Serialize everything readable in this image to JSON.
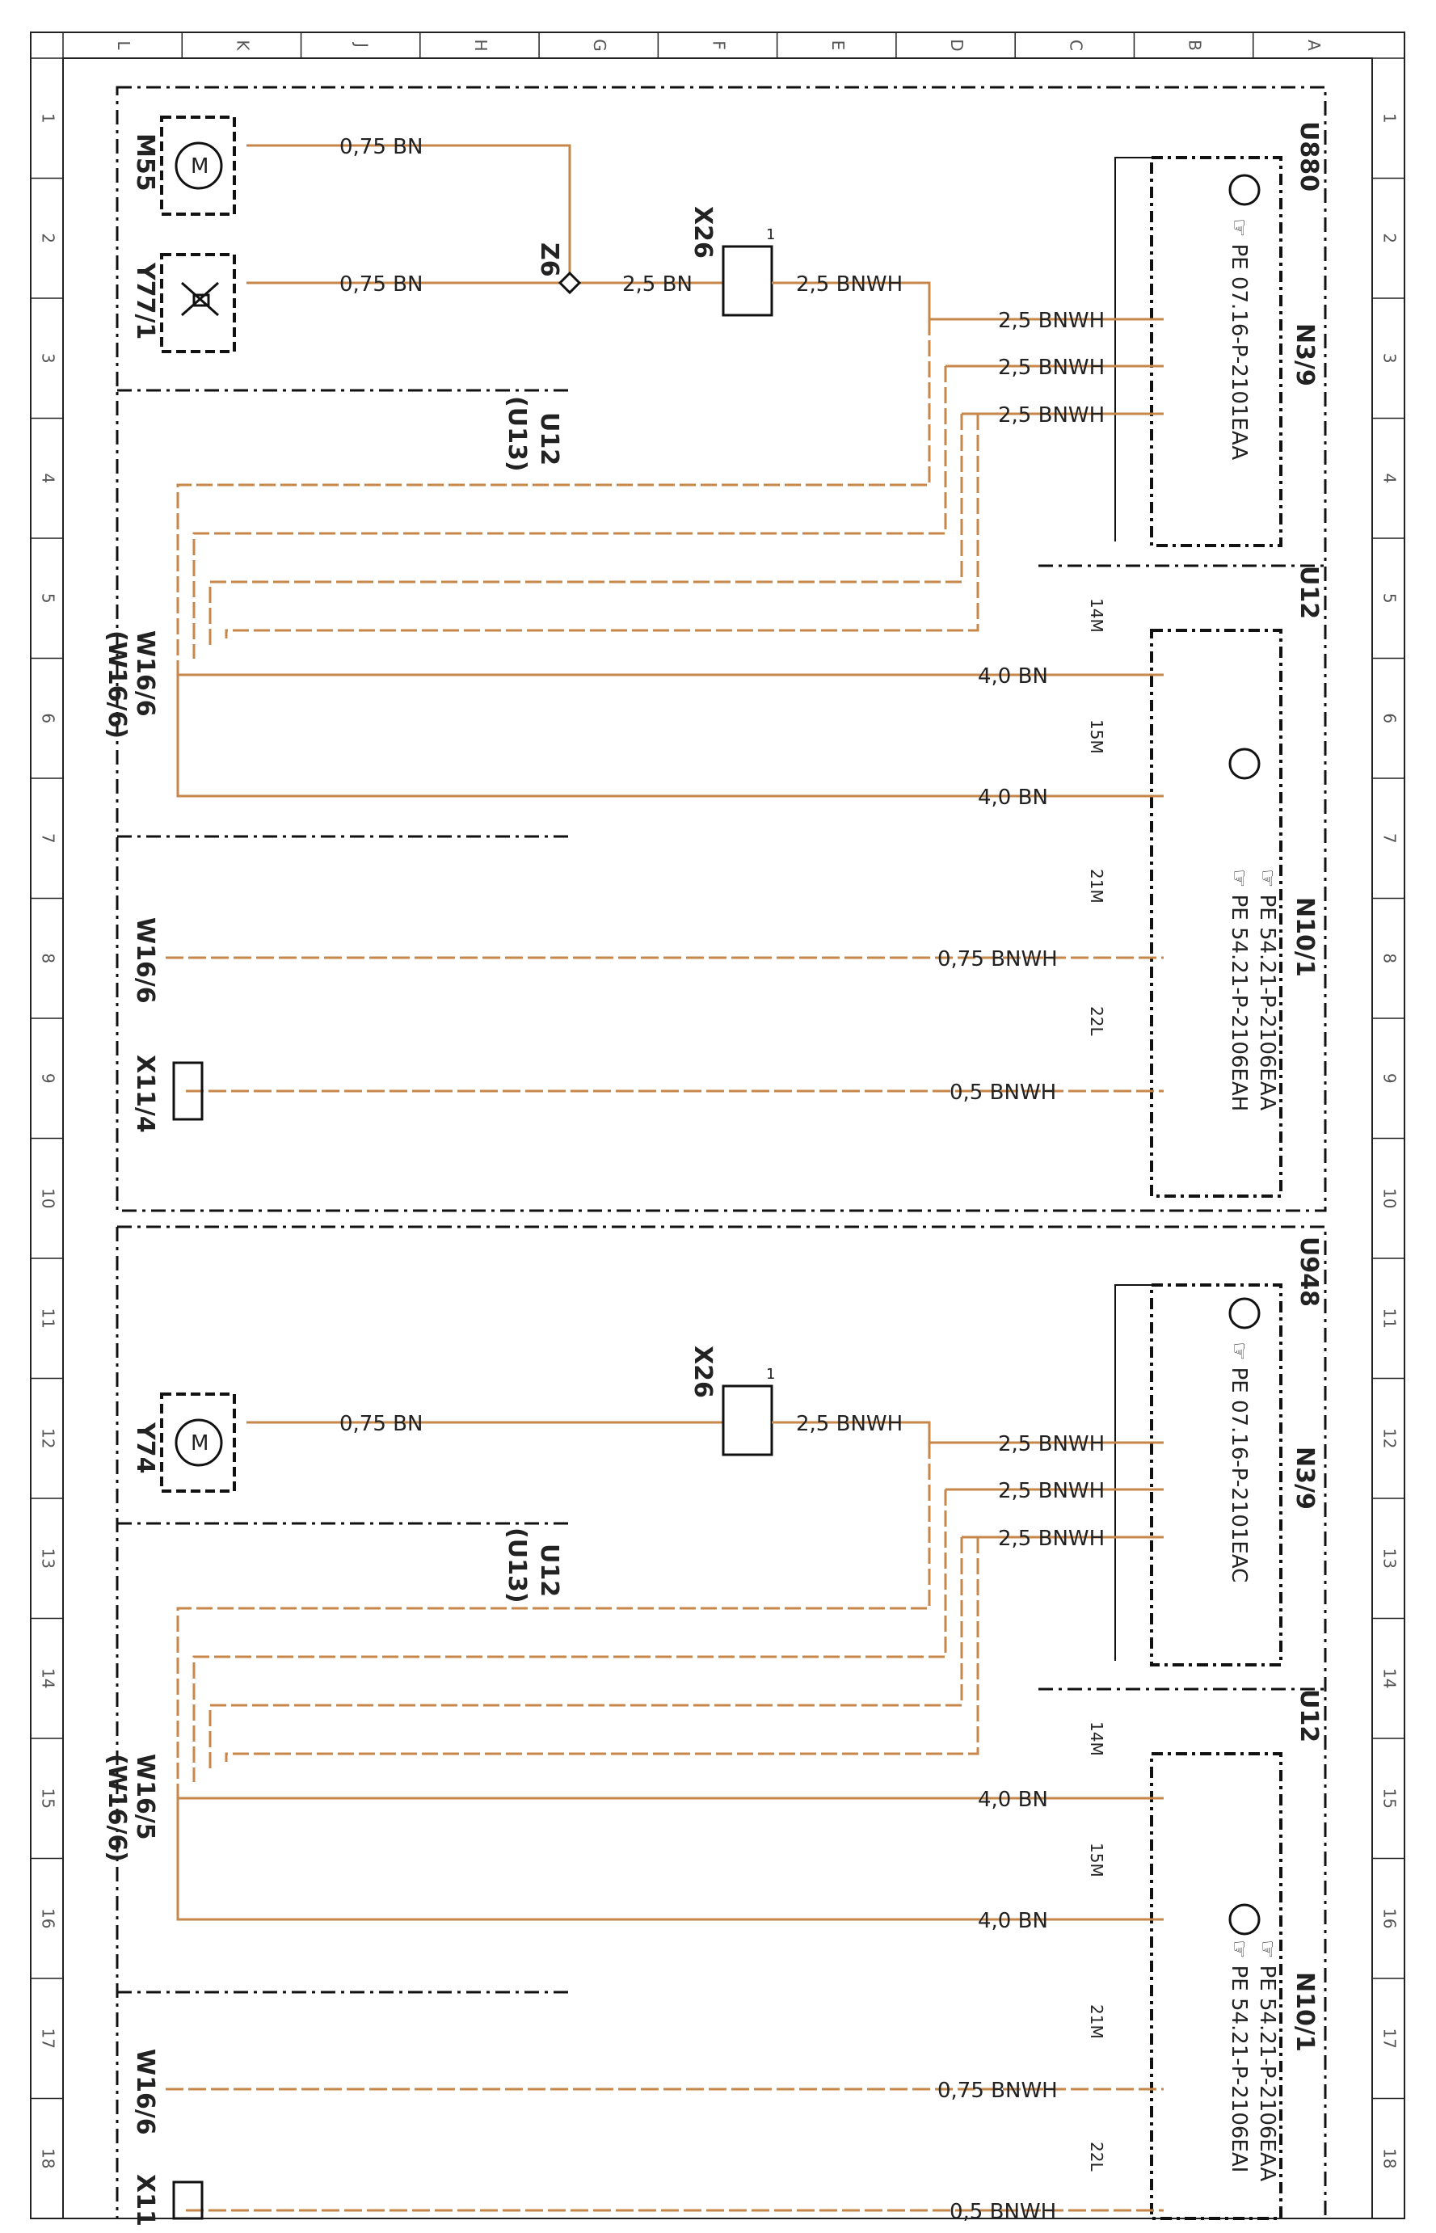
{
  "column_letters": [
    "L",
    "K",
    "J",
    "H",
    "G",
    "F",
    "E",
    "D",
    "C",
    "B",
    "A"
  ],
  "row_numbers": [
    "1",
    "2",
    "3",
    "4",
    "5",
    "6",
    "7",
    "8",
    "9",
    "10",
    "11",
    "12",
    "13",
    "14",
    "15",
    "16",
    "17",
    "18"
  ],
  "colors": {
    "brown": "#c8874a",
    "line": "#111111"
  },
  "top": {
    "zone": "U880",
    "m55": "M55",
    "y77": "Y77/1",
    "z6": "Z6",
    "x26": "X26",
    "x26_pin": "1",
    "u12": "U12",
    "u13": "(U13)",
    "w16": "W16/6",
    "w16b": "(W16/6)",
    "w16_8": "W16/6",
    "x11": "X11/4",
    "n39": "N3/9",
    "n39_ref": "☞ PE 07.16-P-2101EAA",
    "u12_zone": "U12",
    "n101": "N10/1",
    "n101_ref1": "☞ PE 54.21-P-2106EAA",
    "n101_ref2": "☞ PE 54.21-P-2106EAH",
    "wire_m55": "0,75 BN",
    "wire_y77": "0,75 BN",
    "wire_z6": "2,5 BN",
    "wire_x26": "2,5 BNWH",
    "wire_n39_1": "2,5 BNWH",
    "wire_n39_2": "2,5 BNWH",
    "wire_n39_3": "2,5 BNWH",
    "wire_4m1": "4,0 BN",
    "wire_4m2": "4,0 BN",
    "wire_8": "0,75 BNWH",
    "wire_9": "0,5 BNWH",
    "tag_14m": "14M",
    "tag_15m": "15M",
    "tag_21m": "21M",
    "tag_22l": "22L"
  },
  "bottom": {
    "zone": "U948",
    "y74": "Y74",
    "x26": "X26",
    "x26_pin": "1",
    "u12": "U12",
    "u13": "(U13)",
    "w16": "W16/5",
    "w16b": "(W16/6)",
    "w16_17": "W16/6",
    "x11": "X11",
    "n39": "N3/9",
    "n39_ref": "☞ PE 07.16-P-2101EAC",
    "u12_zone": "U12",
    "n101": "N10/1",
    "n101_ref1": "☞ PE 54.21-P-2106EAA",
    "n101_ref2": "☞ PE 54.21-P-2106EAI",
    "wire_y74": "0,75 BN",
    "wire_x26": "2,5 BNWH",
    "wire_n39_1": "2,5 BNWH",
    "wire_n39_2": "2,5 BNWH",
    "wire_n39_3": "2,5 BNWH",
    "wire_4m1": "4,0 BN",
    "wire_4m2": "4,0 BN",
    "wire_17": "0,75 BNWH",
    "wire_18": "0,5 BNWH",
    "tag_14m": "14M",
    "tag_15m": "15M",
    "tag_21m": "21M",
    "tag_22l": "22L"
  }
}
